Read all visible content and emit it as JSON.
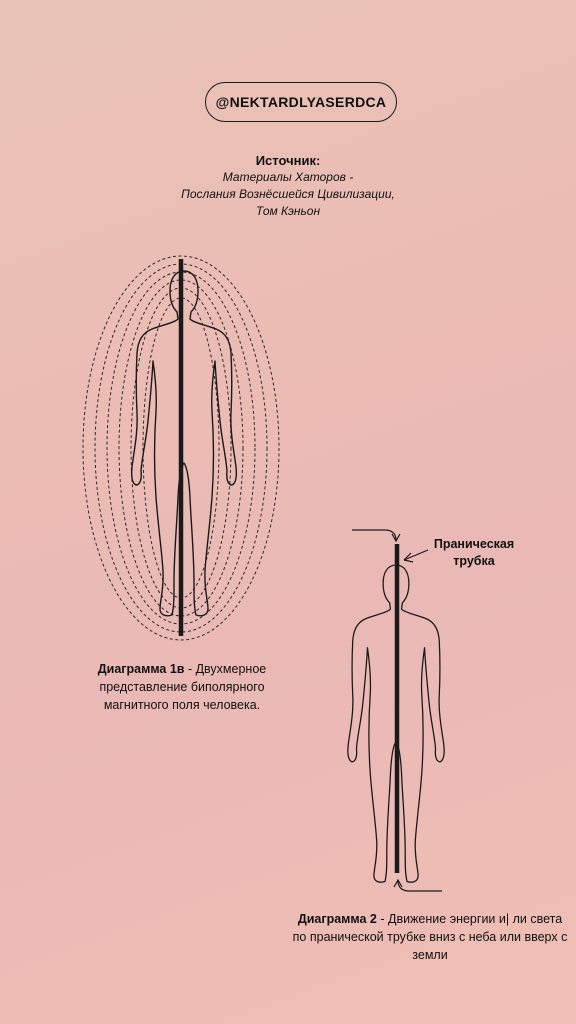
{
  "header": {
    "handle": "@NEKTARDLYASERDCA"
  },
  "source": {
    "title": "Источник:",
    "lines": [
      "Материалы Хаторов -",
      "Послания Вознёсшейся Цивилизации,",
      "Том Кэньон"
    ]
  },
  "diagram1": {
    "caption_bold": "Диаграмма 1в",
    "caption_text": " - Двухмерное представление биполярного магнитного поля человека."
  },
  "diagram2": {
    "label_line1": "Праническая",
    "label_line2": "трубка",
    "caption_bold": "Диаграмма 2",
    "caption_text": " - Движение энергии и| ли света по пранической трубке вниз с неба или вверх с земли"
  },
  "colors": {
    "ink": "#1a1a1a",
    "background": "#ebbcb3"
  }
}
